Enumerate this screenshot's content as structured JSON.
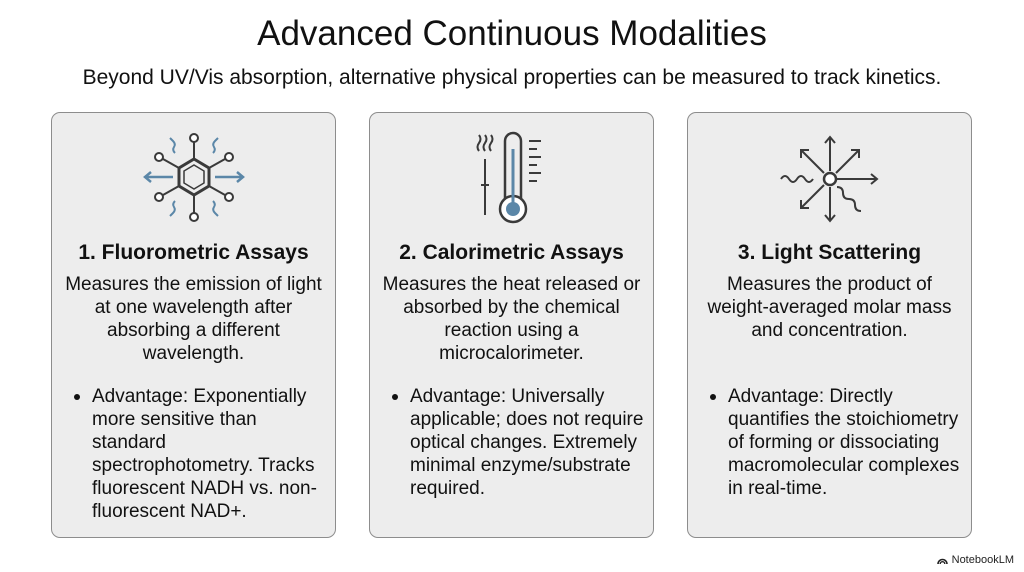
{
  "header": {
    "title": "Advanced Continuous Modalities",
    "subtitle": "Beyond UV/Vis absorption, alternative physical properties can be measured to track kinetics."
  },
  "cards": [
    {
      "title": "1. Fluorometric Assays",
      "description": "Measures the emission of light at one wavelength after absorbing a different wavelength.",
      "advantage": "Advantage: Exponentially more sensitive than standard spectrophotometry. Tracks fluorescent NADH vs. non-fluorescent NAD+.",
      "icon": "molecule-fluorescence-icon"
    },
    {
      "title": "2. Calorimetric Assays",
      "description": "Measures the heat released or absorbed by the chemical reaction using a microcalorimeter.",
      "advantage": "Advantage: Universally applicable; does not require optical changes. Extremely minimal enzyme/substrate required.",
      "icon": "thermometer-icon"
    },
    {
      "title": "3. Light Scattering",
      "description": "Measures the product of weight-averaged molar mass and concentration.",
      "advantage": "Advantage: Directly quantifies the stoichiometry of forming or dissociating macromolecular complexes in real-time.",
      "icon": "light-scattering-icon"
    }
  ],
  "brand": {
    "label": "NotebookLM",
    "icon": "notebooklm-logo-icon"
  },
  "colors": {
    "icon_blue": "#5b87a8",
    "icon_dark": "#3a3a3a",
    "card_bg": "#ededed",
    "card_border": "#8d8d8d"
  }
}
